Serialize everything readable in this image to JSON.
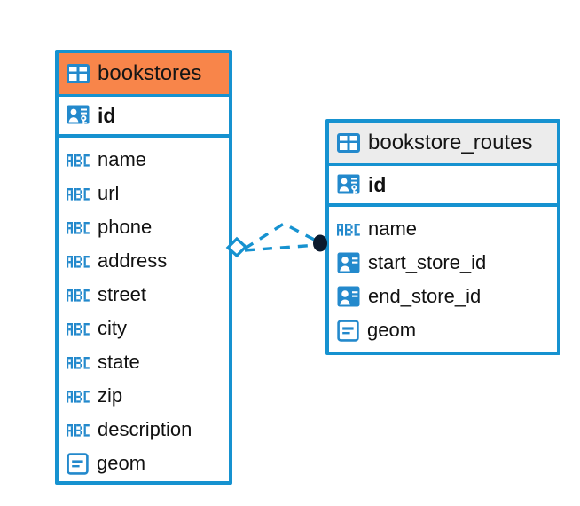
{
  "diagram": {
    "type": "entity-relationship-diagram",
    "background_color": "#ffffff",
    "accent_color": "#1692d0",
    "selected_header_color": "#f8854a",
    "unselected_header_color": "#ececec",
    "entities": [
      {
        "name": "bookstores",
        "selected": true,
        "table_icon": "table-icon",
        "primary_key": {
          "label": "id",
          "icon": "primary-key-icon"
        },
        "fields": [
          {
            "label": "name",
            "icon": "abc-text-icon"
          },
          {
            "label": "url",
            "icon": "abc-text-icon"
          },
          {
            "label": "phone",
            "icon": "abc-text-icon"
          },
          {
            "label": "address",
            "icon": "abc-text-icon"
          },
          {
            "label": "street",
            "icon": "abc-text-icon"
          },
          {
            "label": "city",
            "icon": "abc-text-icon"
          },
          {
            "label": "state",
            "icon": "abc-text-icon"
          },
          {
            "label": "zip",
            "icon": "abc-text-icon"
          },
          {
            "label": "description",
            "icon": "abc-text-icon"
          },
          {
            "label": "geom",
            "icon": "geometry-icon"
          }
        ]
      },
      {
        "name": "bookstore_routes",
        "selected": false,
        "table_icon": "table-icon",
        "primary_key": {
          "label": "id",
          "icon": "primary-key-icon"
        },
        "fields": [
          {
            "label": "name",
            "icon": "abc-text-icon"
          },
          {
            "label": "start_store_id",
            "icon": "foreign-key-icon"
          },
          {
            "label": "end_store_id",
            "icon": "foreign-key-icon"
          },
          {
            "label": "geom",
            "icon": "geometry-icon"
          }
        ]
      }
    ],
    "relationship": {
      "style": "dashed",
      "color": "#1692d0",
      "source_marker": "diamond-outline",
      "target_marker": "filled-circle",
      "target_marker_color": "#0b1a2e"
    }
  }
}
